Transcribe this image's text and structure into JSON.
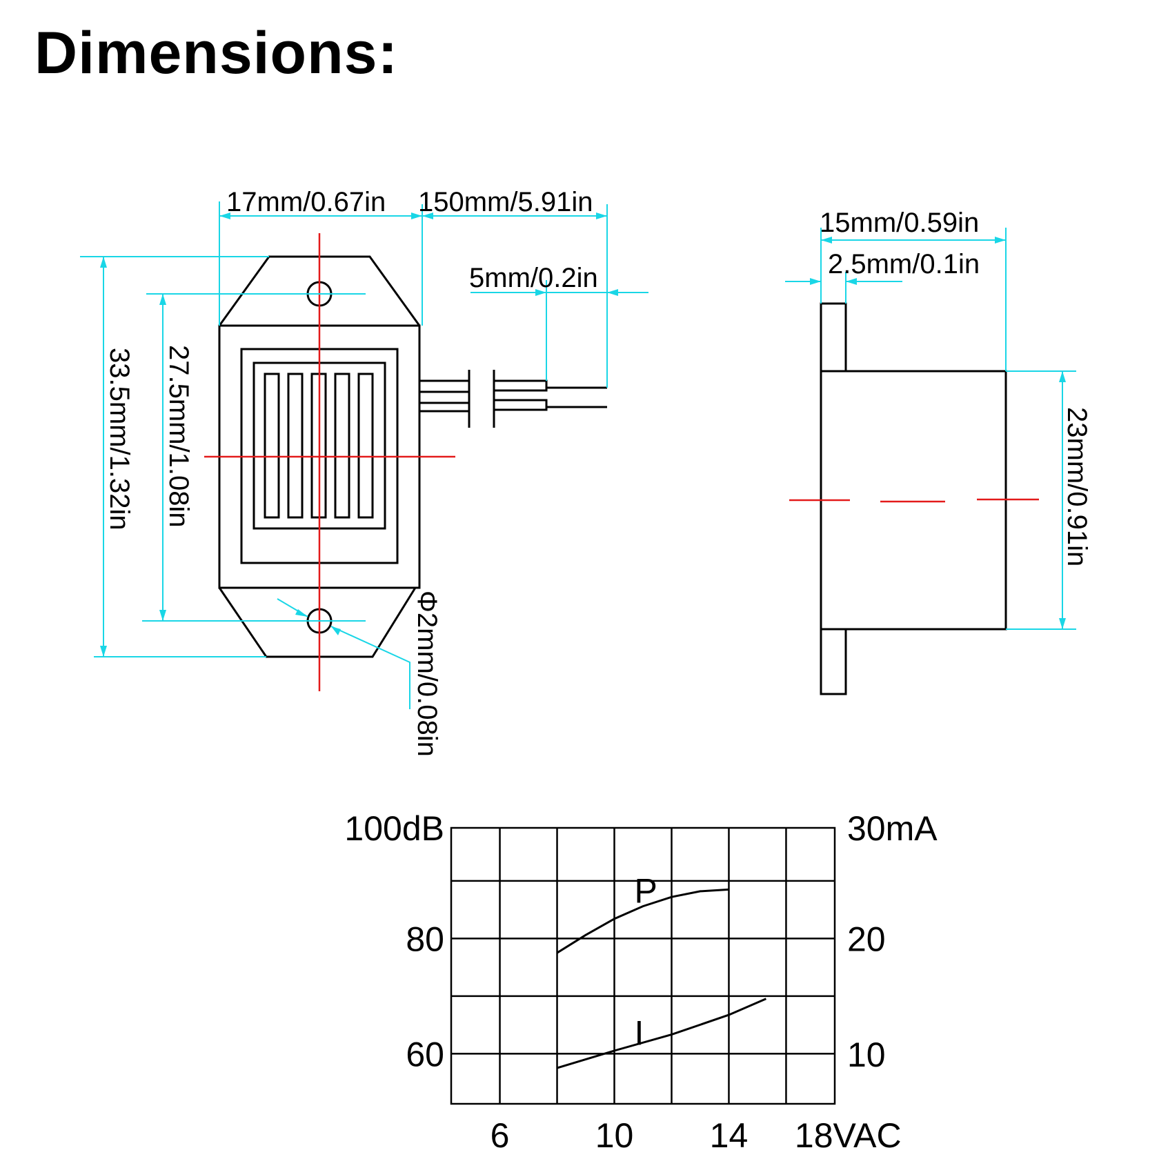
{
  "title": "Dimensions:",
  "colors": {
    "outline": "#000000",
    "dimension": "#19d6e6",
    "centerline": "#e31a1a"
  },
  "front_view": {
    "width_label": "17mm/0.67in",
    "lead_length_label": "150mm/5.91in",
    "strip_label": "5mm/0.2in",
    "overall_height_label": "33.5mm/1.32in",
    "hole_spacing_label": "27.5mm/1.08in",
    "hole_diameter_label": "Φ2mm/0.08in"
  },
  "side_view": {
    "depth_label": "15mm/0.59in",
    "flange_label": "2.5mm/0.1in",
    "body_height_label": "23mm/0.91in"
  },
  "chart_data": {
    "type": "line",
    "x": [
      8,
      9,
      10,
      11,
      12,
      13,
      14
    ],
    "series": [
      {
        "name": "P",
        "axis": "left",
        "values": [
          77.5,
          80.6,
          83.4,
          85.6,
          87.2,
          88.2,
          88.5
        ]
      },
      {
        "name": "I",
        "axis": "right",
        "x": [
          8,
          10,
          12,
          14,
          15.3
        ],
        "values": [
          8.8,
          10.3,
          11.7,
          13.4,
          14.8
        ]
      }
    ],
    "xticks": [
      "6",
      "10",
      "14",
      "18VAC"
    ],
    "yticks_left": [
      "100dB",
      "80",
      "60"
    ],
    "yticks_right": [
      "30mA",
      "20",
      "10"
    ],
    "xlim": [
      4.3,
      17.7
    ],
    "ylim_left": [
      51.3,
      99.2
    ],
    "ylim_right": [
      5.7,
      29.6
    ],
    "grid": true
  }
}
